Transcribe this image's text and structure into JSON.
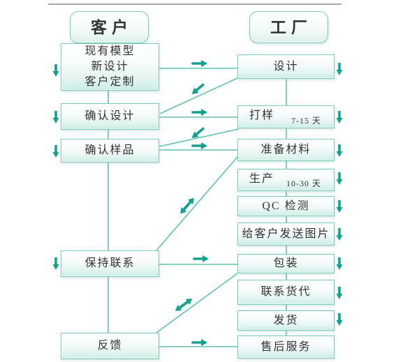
{
  "diagram_title": "customer-factory-workflow",
  "headers": {
    "customer": "客户",
    "factory": "工厂"
  },
  "customer_steps": [
    {
      "id": "existing-model",
      "lines": [
        "现有模型",
        "新设计",
        "客户定制"
      ]
    },
    {
      "id": "confirm-design",
      "label": "确认设计"
    },
    {
      "id": "confirm-sample",
      "label": "确认样品"
    },
    {
      "id": "keep-in-touch",
      "label": "保持联系"
    },
    {
      "id": "feedback",
      "label": "反馈"
    }
  ],
  "factory_steps": [
    {
      "id": "design",
      "label": "设计"
    },
    {
      "id": "sampling",
      "label": "打样",
      "duration": "7-15 天"
    },
    {
      "id": "prepare-materials",
      "label": "准备材料"
    },
    {
      "id": "production",
      "label": "生产",
      "duration": "10-30 天"
    },
    {
      "id": "qc-inspection",
      "label": "QC 检测"
    },
    {
      "id": "send-photos",
      "label": "给客户发送图片"
    },
    {
      "id": "packing",
      "label": "包装"
    },
    {
      "id": "contact-forwarder",
      "label": "联系货代"
    },
    {
      "id": "shipping",
      "label": "发货"
    },
    {
      "id": "after-sales",
      "label": "售后服务"
    }
  ],
  "colors": {
    "connector_line": "#5fc1b0",
    "arrow": "#12a18c",
    "box_border": "#7cc8ba",
    "box_fill_bottom": "#cdede5",
    "top_rule": "#969696",
    "text": "#333333"
  }
}
